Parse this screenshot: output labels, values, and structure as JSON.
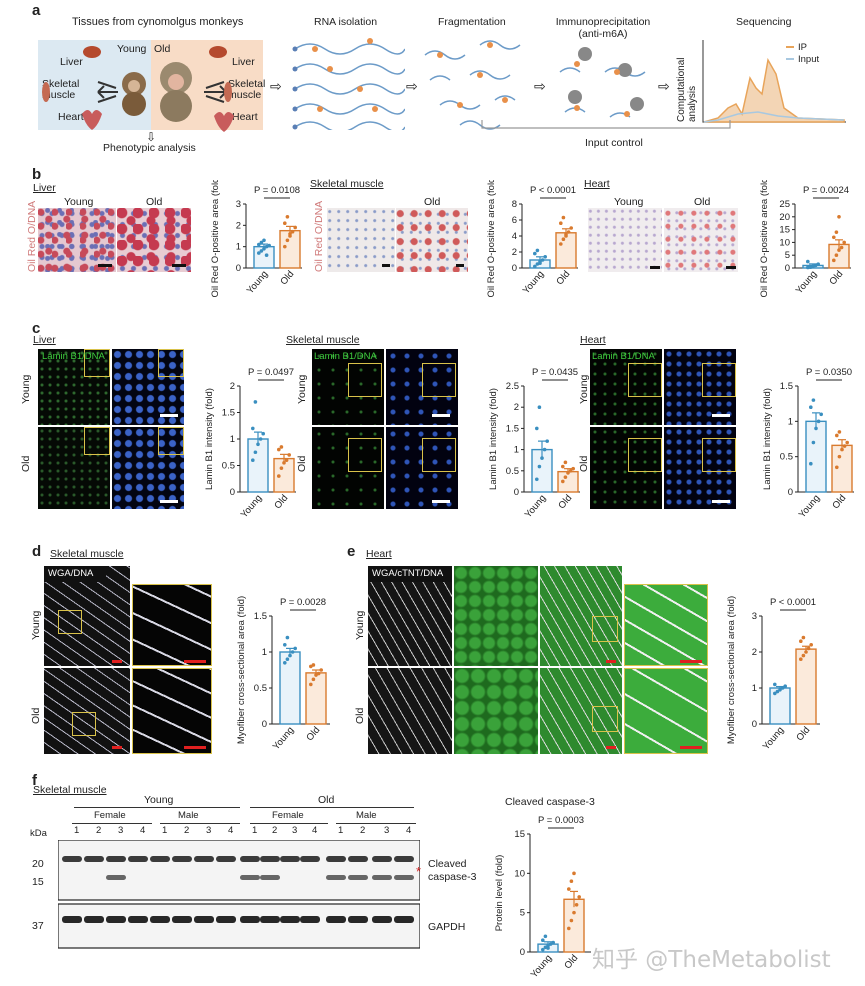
{
  "panels": {
    "a": {
      "letter": "a",
      "tissues_title": "Tissues from cynomolgus monkeys",
      "young_label": "Young",
      "old_label": "Old",
      "organs_left": [
        "Liver",
        "Skeletal muscle",
        "Heart"
      ],
      "organs_right": [
        "Liver",
        "Skeletal muscle",
        "Heart"
      ],
      "phenotypic": "Phenotypic analysis",
      "steps": [
        "RNA isolation",
        "Fragmentation",
        "Immunoprecipitation (anti-m6A)",
        "Sequencing"
      ],
      "input_control": "Input control",
      "computational": "Computational analysis",
      "legend": [
        "IP",
        "Input"
      ],
      "colors": {
        "ip": "#e8a45a",
        "input": "#a8c8e0",
        "young_bg": "#dce9f2",
        "old_bg": "#f8dcc6"
      }
    },
    "b": {
      "letter": "b",
      "stain_label": "Oil Red O/DNA",
      "groups": [
        {
          "tissue": "Liver",
          "p": "P = 0.0108",
          "ylabel": "Oil Red O-positive area (fold)"
        },
        {
          "tissue": "Skeletal muscle",
          "p": "P < 0.0001",
          "ylabel": "Oil Red O-positive area (fold)"
        },
        {
          "tissue": "Heart",
          "p": "P = 0.0024",
          "ylabel": "Oil Red O-positive area (fold)"
        }
      ]
    },
    "c": {
      "letter": "c",
      "stain_label": "Lamin B1/DNA",
      "groups": [
        {
          "tissue": "Liver",
          "p": "P = 0.0497",
          "ylabel": "Lamin B1 intensity (fold)"
        },
        {
          "tissue": "Skeletal muscle",
          "p": "P = 0.0435",
          "ylabel": "Lamin B1 intensity (fold)"
        },
        {
          "tissue": "Heart",
          "p": "P = 0.0350",
          "ylabel": "Lamin B1 intensity (fold)"
        }
      ]
    },
    "d": {
      "letter": "d",
      "tissue": "Skeletal muscle",
      "stain_label": "WGA/DNA",
      "p": "P = 0.0028",
      "ylabel": "Myofiber cross-sectional area (fold)"
    },
    "e": {
      "letter": "e",
      "tissue": "Heart",
      "stain_label": "WGA/cTNT/DNA",
      "p": "P < 0.0001",
      "ylabel": "Myofiber cross-sectional area (fold)"
    },
    "f": {
      "letter": "f",
      "tissue": "Skeletal muscle",
      "young": "Young",
      "old": "Old",
      "female": "Female",
      "male": "Male",
      "lanes": [
        "1",
        "2",
        "3",
        "4",
        "1",
        "2",
        "3",
        "4",
        "1",
        "2",
        "3",
        "4",
        "1",
        "2",
        "3",
        "4"
      ],
      "kda": "kDa",
      "markers": [
        "20",
        "15",
        "37"
      ],
      "band1": "Cleaved caspase-3",
      "band2": "GAPDH",
      "star": "*",
      "chart_title": "Cleaved caspase-3",
      "p": "P = 0.0003",
      "ylabel": "Protein level (fold)"
    }
  },
  "watermark": "知乎 @TheMetabolist",
  "chart_data": [
    {
      "id": "b-liver",
      "type": "bar",
      "categories": [
        "Young",
        "Old"
      ],
      "values": [
        1.0,
        1.75
      ],
      "errors": [
        0.12,
        0.2
      ],
      "ylim": [
        0,
        3
      ],
      "yticks": [
        0,
        1,
        2,
        3
      ],
      "ylabel": "Oil Red O-positive area (fold)",
      "p": "P = 0.0108",
      "points": [
        [
          0.7,
          0.8,
          0.9,
          1.0,
          1.05,
          1.1,
          1.2,
          1.3,
          0.6
        ],
        [
          1.0,
          1.3,
          1.5,
          1.7,
          1.9,
          2.1,
          2.4,
          1.6
        ]
      ]
    },
    {
      "id": "b-muscle",
      "type": "bar",
      "categories": [
        "Young",
        "Old"
      ],
      "values": [
        1.0,
        4.4
      ],
      "errors": [
        0.4,
        0.5
      ],
      "ylim": [
        0,
        8
      ],
      "yticks": [
        0,
        2,
        4,
        6,
        8
      ],
      "ylabel": "Oil Red O-positive area (fold)",
      "p": "P < 0.0001",
      "points": [
        [
          0.2,
          0.5,
          0.8,
          1.0,
          1.4,
          1.8,
          2.2,
          0.6
        ],
        [
          3.0,
          3.6,
          4.0,
          4.5,
          5.0,
          5.6,
          6.3,
          4.2
        ]
      ]
    },
    {
      "id": "b-heart",
      "type": "bar",
      "categories": [
        "Young",
        "Old"
      ],
      "values": [
        1.0,
        9.2
      ],
      "errors": [
        0.6,
        1.8
      ],
      "ylim": [
        0,
        25
      ],
      "yticks": [
        0,
        5,
        10,
        15,
        20,
        25
      ],
      "ylabel": "Oil Red O-positive area (fold)",
      "p": "P = 0.0024",
      "points": [
        [
          0.2,
          0.4,
          0.6,
          1.0,
          1.5,
          2.5,
          0.3
        ],
        [
          3,
          5,
          7,
          8,
          10,
          12,
          14,
          20
        ]
      ]
    },
    {
      "id": "c-liver",
      "type": "bar",
      "categories": [
        "Young",
        "Old"
      ],
      "values": [
        1.0,
        0.63
      ],
      "errors": [
        0.13,
        0.08
      ],
      "ylim": [
        0,
        2.0
      ],
      "yticks": [
        0,
        0.5,
        1.0,
        1.5,
        2.0
      ],
      "ylabel": "Lamin B1 intensity (fold)",
      "p": "P = 0.0497",
      "points": [
        [
          0.6,
          0.75,
          0.9,
          1.0,
          1.1,
          1.2,
          1.7
        ],
        [
          0.3,
          0.45,
          0.55,
          0.6,
          0.7,
          0.8,
          0.85
        ]
      ]
    },
    {
      "id": "c-muscle",
      "type": "bar",
      "categories": [
        "Young",
        "Old"
      ],
      "values": [
        1.0,
        0.48
      ],
      "errors": [
        0.2,
        0.07
      ],
      "ylim": [
        0,
        2.5
      ],
      "yticks": [
        0,
        0.5,
        1.0,
        1.5,
        2.0,
        2.5
      ],
      "ylabel": "Lamin B1 intensity (fold)",
      "p": "P = 0.0435",
      "points": [
        [
          0.3,
          0.6,
          0.8,
          1.0,
          1.2,
          1.5,
          2.0
        ],
        [
          0.25,
          0.35,
          0.45,
          0.5,
          0.55,
          0.6,
          0.7
        ]
      ]
    },
    {
      "id": "c-heart",
      "type": "bar",
      "categories": [
        "Young",
        "Old"
      ],
      "values": [
        1.0,
        0.66
      ],
      "errors": [
        0.12,
        0.08
      ],
      "ylim": [
        0,
        1.5
      ],
      "yticks": [
        0,
        0.5,
        1.0,
        1.5
      ],
      "ylabel": "Lamin B1 intensity (fold)",
      "p": "P = 0.0350",
      "points": [
        [
          0.4,
          0.7,
          0.9,
          1.0,
          1.1,
          1.2,
          1.3
        ],
        [
          0.35,
          0.5,
          0.6,
          0.65,
          0.7,
          0.8,
          0.85
        ]
      ]
    },
    {
      "id": "d",
      "type": "bar",
      "categories": [
        "Young",
        "Old"
      ],
      "values": [
        1.0,
        0.71
      ],
      "errors": [
        0.05,
        0.04
      ],
      "ylim": [
        0,
        1.5
      ],
      "yticks": [
        0,
        0.5,
        1.0,
        1.5
      ],
      "ylabel": "Myofiber cross-sectional area (fold)",
      "p": "P = 0.0028",
      "points": [
        [
          0.85,
          0.9,
          0.95,
          1.0,
          1.05,
          1.1,
          1.2
        ],
        [
          0.55,
          0.62,
          0.68,
          0.7,
          0.75,
          0.8,
          0.82
        ]
      ]
    },
    {
      "id": "e",
      "type": "bar",
      "categories": [
        "Young",
        "Old"
      ],
      "values": [
        1.0,
        2.08
      ],
      "errors": [
        0.04,
        0.08
      ],
      "ylim": [
        0,
        3
      ],
      "yticks": [
        0,
        1,
        2,
        3
      ],
      "ylabel": "Myofiber cross-sectional area (fold)",
      "p": "P < 0.0001",
      "points": [
        [
          0.85,
          0.9,
          0.95,
          1.0,
          1.05,
          1.1
        ],
        [
          1.8,
          1.9,
          2.0,
          2.1,
          2.2,
          2.3,
          2.4
        ]
      ]
    },
    {
      "id": "f",
      "type": "bar",
      "categories": [
        "Young",
        "Old"
      ],
      "values": [
        1.0,
        6.7
      ],
      "errors": [
        0.3,
        1.0
      ],
      "ylim": [
        0,
        15
      ],
      "yticks": [
        0,
        5,
        10,
        15
      ],
      "ylabel": "Protein level (fold)",
      "title": "Cleaved caspase-3",
      "p": "P = 0.0003",
      "points": [
        [
          0.3,
          0.6,
          0.8,
          1.0,
          1.2,
          1.5,
          2.0,
          0.5
        ],
        [
          3,
          4,
          5,
          6,
          7,
          8,
          9,
          10
        ]
      ]
    }
  ]
}
